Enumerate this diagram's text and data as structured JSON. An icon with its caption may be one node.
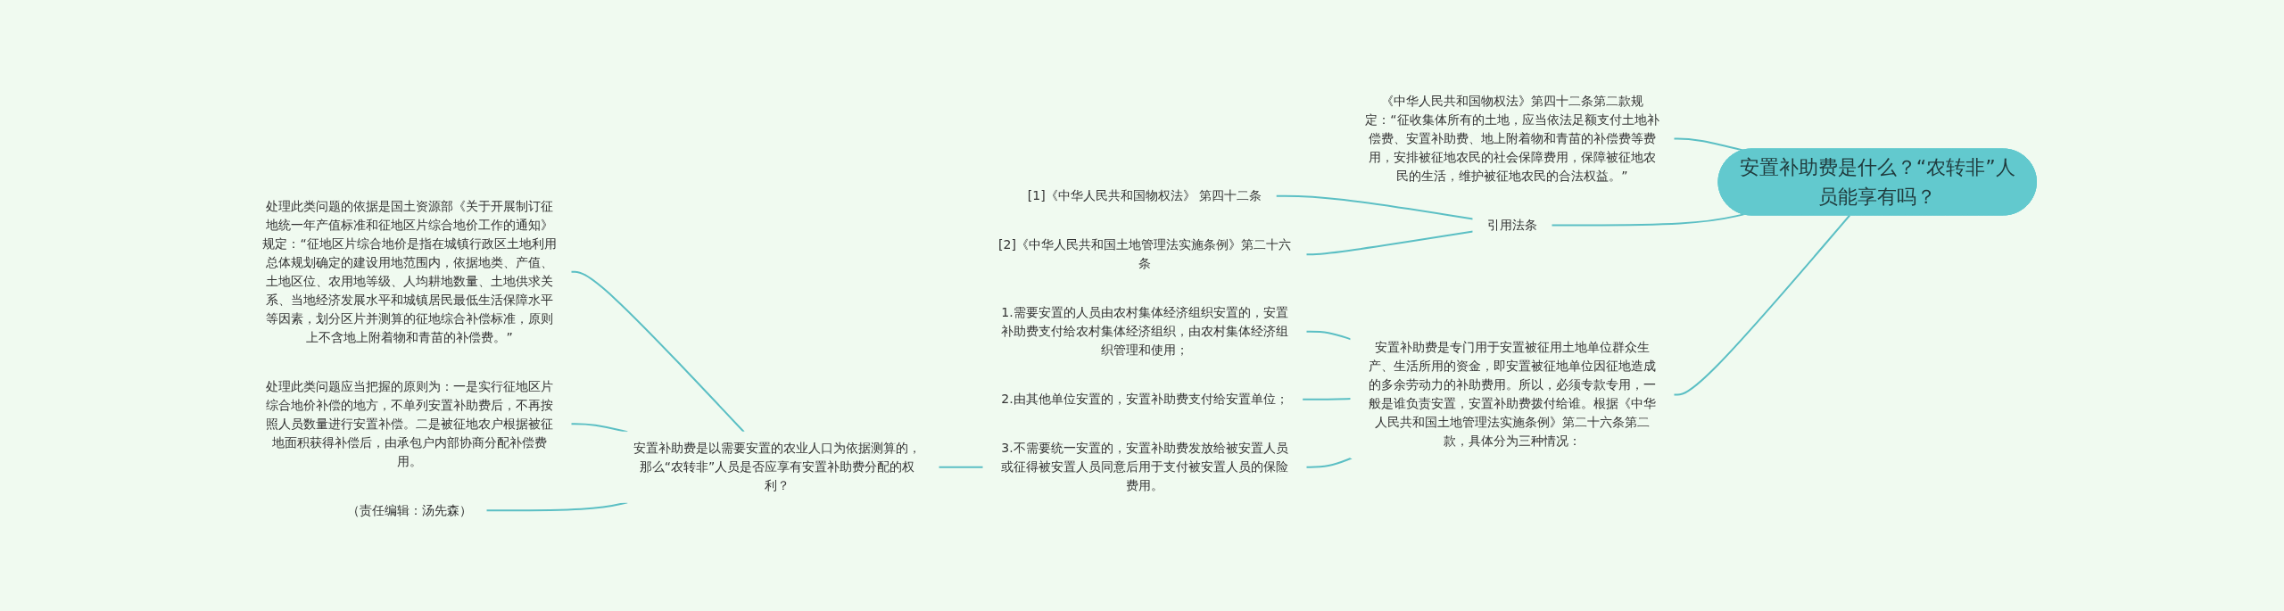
{
  "diagram": {
    "nodes": [
      {
        "text": [
          "安置补助费是什么？“农转非”人员能享有吗？"
        ]
      },
      {
        "text": [
          "《中华人民共和国物权法》第四十二条第二款规定：“征收集体所有的土地，应当依法足额支付土地补偿费、安置补助费、地上附着物和青苗的补偿费等费用，安排被征地农民的社会保障费用，保障被征地农民的生活，维护被征地农民的合法权益。”"
        ]
      },
      {
        "text": [
          "引用法条"
        ]
      },
      {
        "text": [
          "[1]《中华人民共和国物权法》 第四十二条"
        ]
      },
      {
        "text": [
          "[2]《中华人民共和国土地管理法实施条例》第二十六条"
        ]
      },
      {
        "text": [
          "安置补助费是专门用于安置被征用土地单位群众生产、生活所用的资金，即安置被征地单位因征地造成的多余劳动力的补助费用。所以，必须专款专用，一般是谁负责安置，安置补助费拨付给谁。根据《中华人民共和国土地管理法实施条例》第二十六条第二款，具体分为三种情况："
        ]
      },
      {
        "text": [
          "1.需要安置的人员由农村集体经济组织安置的，安置补助费支付给农村集体经济组织，由农村集体经济组织管理和使用；"
        ]
      },
      {
        "text": [
          "2.由其他单位安置的，安置补助费支付给安置单位；"
        ]
      },
      {
        "text": [
          "3.不需要统一安置的，安置补助费发放给被安置人员或征得被安置人员同意后用于支付被安置人员的保险费用。"
        ]
      },
      {
        "text": [
          "安置补助费是以需要安置的农业人口为依据测算的，那么“农转非”人员是否应享有安置补助费分配的权利？"
        ]
      },
      {
        "text": [
          "处理此类问题的依据是国土资源部《关于开展制订征地统一年产值标准和征地区片综合地价工作的通知》规定：“征地区片综合地价是指在城镇行政区土地利用总体规划确定的建设用地范围内，依据地类、产值、土地区位、农用地等级、人均耕地数量、土地供求关系、当地经济发展水平和城镇居民最低生活保障水平等因素，划分区片并测算的征地综合补偿标准，原则上不含地上附着物和青苗的补偿费。”"
        ]
      },
      {
        "text": [
          "处理此类问题应当把握的原则为：一是实行征地区片综合地价补偿的地方，不单列安置补助费后，不再按照人员数量进行安置补偿。二是被征地农户根据被征地面积获得补偿后，由承包户内部协商分配补偿费用。"
        ]
      },
      {
        "text": [
          "（责任编辑：汤先森）"
        ]
      }
    ],
    "edges": [
      {
        "from": 0,
        "to": 1,
        "arrow": "none"
      },
      {
        "from": 0,
        "to": 2,
        "arrow": "none"
      },
      {
        "from": 2,
        "to": 3,
        "arrow": "none"
      },
      {
        "from": 2,
        "to": 4,
        "arrow": "none"
      },
      {
        "from": 0,
        "to": 5,
        "arrow": "none"
      },
      {
        "from": 5,
        "to": 6,
        "arrow": "none"
      },
      {
        "from": 5,
        "to": 7,
        "arrow": "none"
      },
      {
        "from": 5,
        "to": 8,
        "arrow": "none"
      },
      {
        "from": 8,
        "to": 9,
        "arrow": "none"
      },
      {
        "from": 9,
        "to": 10,
        "arrow": "none"
      },
      {
        "from": 9,
        "to": 11,
        "arrow": "none"
      },
      {
        "from": 9,
        "to": 12,
        "arrow": "none"
      }
    ]
  }
}
